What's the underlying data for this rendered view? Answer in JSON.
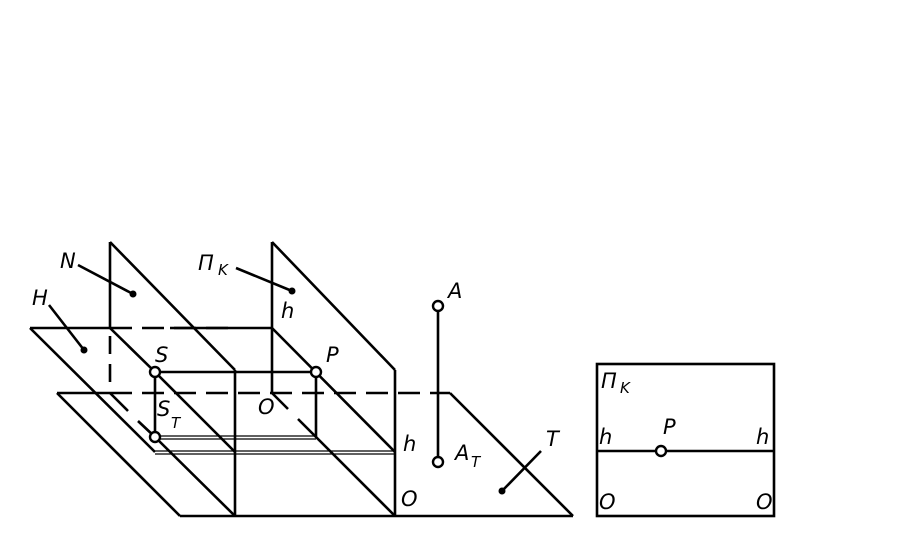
{
  "diagram": {
    "planes": {
      "N": "N",
      "H": "H",
      "Pk_main": "П",
      "Pk_sub": "K",
      "T": "T"
    },
    "points": {
      "S": "S",
      "ST_main": "S",
      "ST_sub": "T",
      "P": "P",
      "A": "A",
      "AT_main": "A",
      "AT_sub": "T",
      "O_center": "O"
    },
    "axis_labels": {
      "h_top": "h",
      "h_right": "h",
      "O_right": "O"
    }
  },
  "inset": {
    "title_main": "П",
    "title_sub": "K",
    "h_left": "h",
    "h_right": "h",
    "P": "P",
    "O_left": "O",
    "O_right": "O"
  },
  "colors": {
    "stroke": "#000000",
    "background": "#ffffff"
  }
}
